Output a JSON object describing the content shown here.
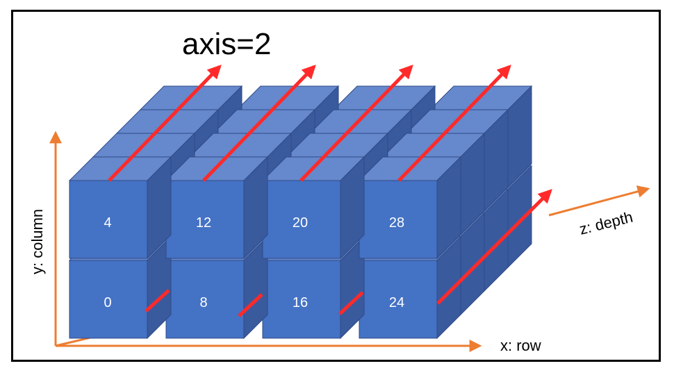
{
  "diagram": {
    "title": "axis=2",
    "axes": {
      "x_label": "x: row",
      "y_label": "y: column",
      "z_label": "z: depth"
    },
    "front_cube_labels": {
      "top_row": [
        "4",
        "12",
        "20",
        "28"
      ],
      "bottom_row": [
        "0",
        "8",
        "16",
        "24"
      ]
    },
    "colors": {
      "cube_front": "#4472c4",
      "cube_top": "#6688cc",
      "cube_side": "#3a5a9e",
      "cube_edge": "#2f4a86",
      "arrow": "#ff2a2a",
      "axis": "#ed7d31",
      "label_on_cube": "#ffffff",
      "text": "#000000",
      "border": "#000000"
    }
  }
}
